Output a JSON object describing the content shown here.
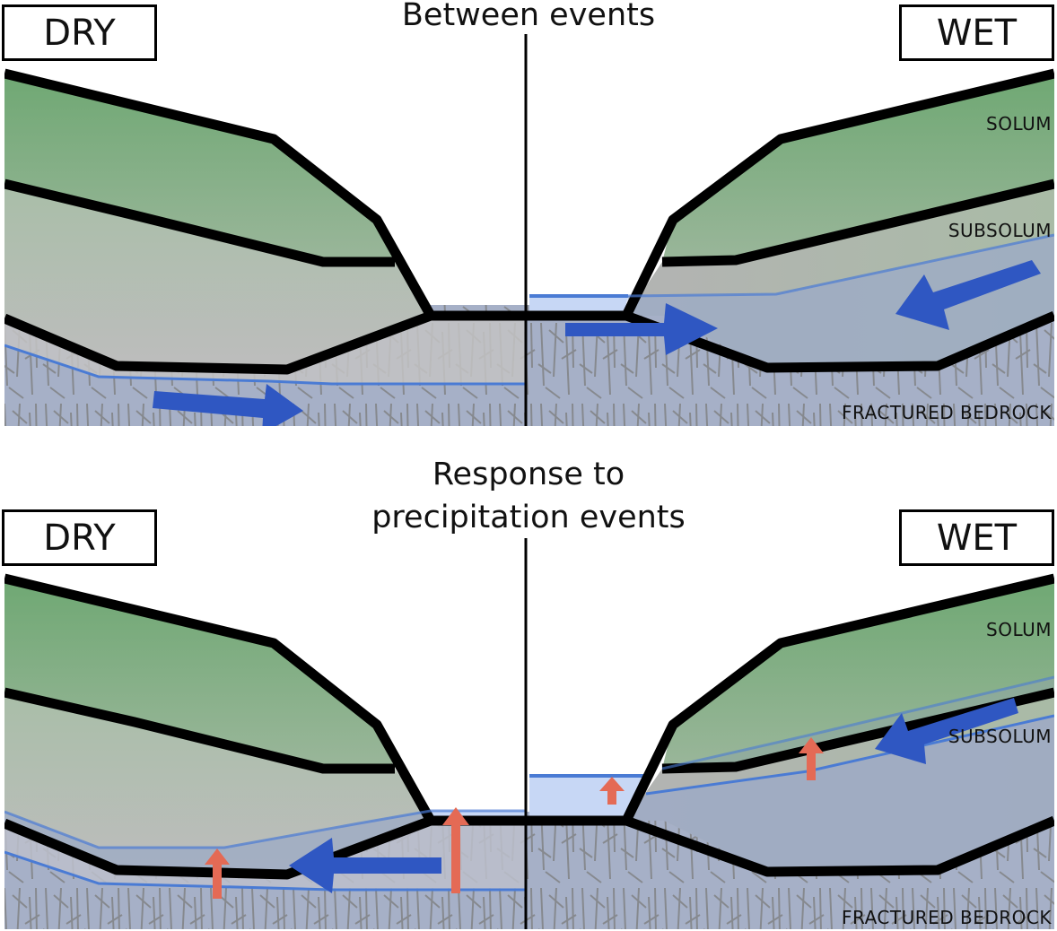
{
  "top_panel": {
    "title": "Between events",
    "left_state": "DRY",
    "right_state": "WET",
    "labels": {
      "solum": "SOLUM",
      "subsolum": "SUBSOLUM",
      "bedrock": "FRACTURED BEDROCK"
    }
  },
  "bottom_panel": {
    "title_line1": "Response to",
    "title_line2": "precipitation events",
    "left_state": "DRY",
    "right_state": "WET",
    "labels": {
      "solum": "SOLUM",
      "subsolum": "SUBSOLUM",
      "bedrock": "FRACTURED BEDROCK"
    }
  },
  "colors": {
    "solum_green": "#7fac80",
    "subsoil_gray": "#b4b4b4",
    "bedrock_blue": "#a6b0c7",
    "water_table_blue": "#4a7bd4",
    "flow_arrow_blue": "#2f57c2",
    "rise_arrow_red": "#e46a55",
    "fracture_gray": "#7d7d7d",
    "outline_black": "#000000"
  }
}
